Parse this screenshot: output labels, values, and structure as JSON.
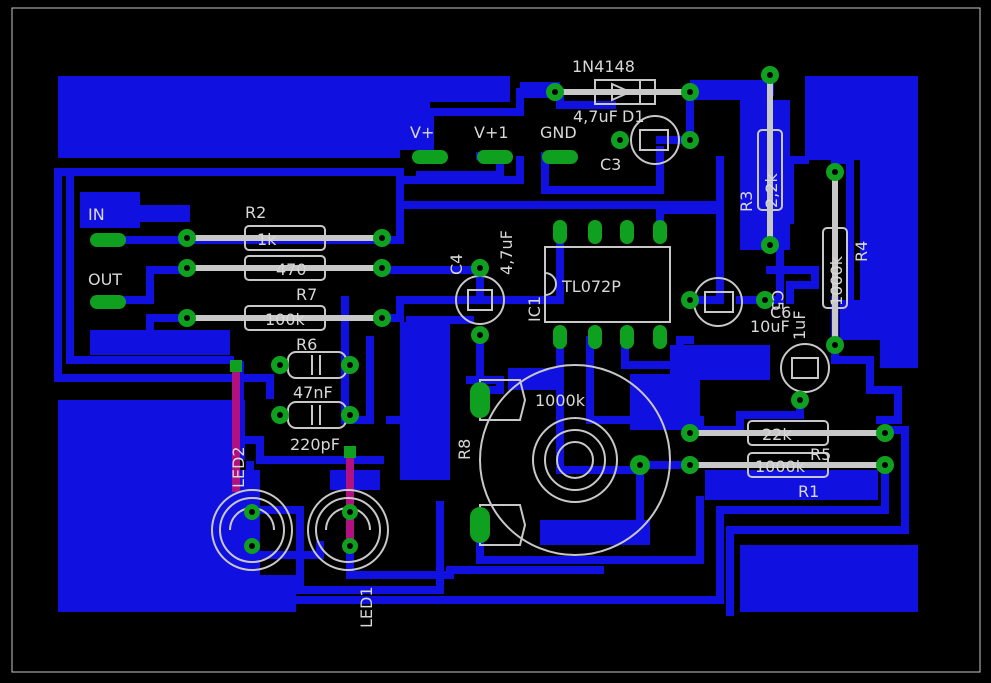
{
  "board": {
    "connectors": {
      "vplus": "V+",
      "vplus1": "V+1",
      "gnd": "GND",
      "in": "IN",
      "out": "OUT"
    },
    "components": {
      "d1_value": "1N4148",
      "d1_name": "D1",
      "c3_value": "4,7uF",
      "c3_name": "C3",
      "r3_name": "R3",
      "r3_value": "2,2k",
      "r4_name": "R4",
      "r4_value": "1000k",
      "r2_name": "R2",
      "r2_value": "1k",
      "r_470_value": "470",
      "r7_name": "R7",
      "r7_value": "100k",
      "r6_name": "R6",
      "c4_name": "C4",
      "c4_value": "4,7uF",
      "ic1_name": "IC1",
      "ic1_value": "TL072P",
      "c5_name": "C5",
      "c5_value": "10uF",
      "c6_value": "1uF",
      "c6_name": "C6",
      "c_47nf_value": "47nF",
      "c_220pf_value": "220pF",
      "r8_name": "R8",
      "r8_value": "1000k",
      "r5_value": "22k",
      "r5_name": "R5",
      "r1_value": "1000k",
      "r1_name": "R1",
      "led2_name": "LED2",
      "led1_name": "LED1"
    }
  },
  "colors": {
    "background": "#000000",
    "copper": "#1010e0",
    "silkscreen": "#c8c8c8",
    "pad": "#10a020",
    "jumper": "#b01080"
  }
}
